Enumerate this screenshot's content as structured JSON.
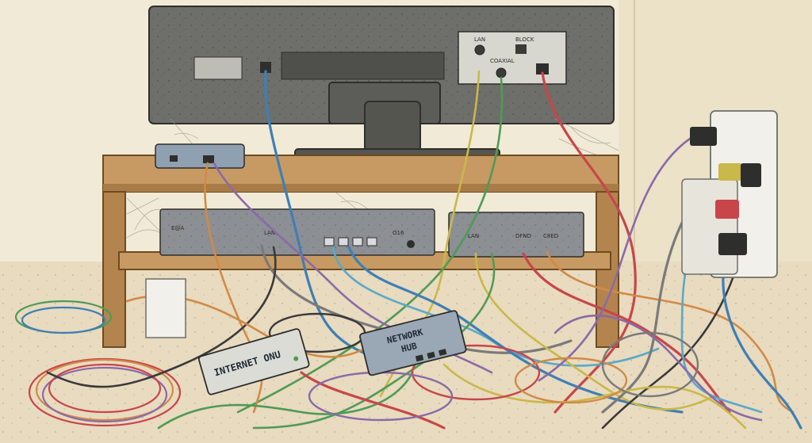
{
  "scene": {
    "colors": {
      "wall": "#f1ead6",
      "floor": "#e8dbbf",
      "wood": "#c89a63",
      "wood_dark": "#8e6536",
      "tv": "#6e6e6a",
      "device": "#8c8f93",
      "hub": "#9aa7b4",
      "outlet": "#f2f0ea"
    },
    "cable_colors": [
      "#3e7fb6",
      "#c9b84a",
      "#4f9a57",
      "#c8464a",
      "#d08a47",
      "#8a6aa8",
      "#7a7a7a",
      "#3a3a3a",
      "#5aa9c9"
    ]
  },
  "tv": {
    "port_lan": "LAN",
    "port_coaxial": "COAXIAL",
    "port_block": "BLOCK"
  },
  "receiver": {
    "brand": "E@A",
    "port_lan": "LAN",
    "port_code": "O16"
  },
  "switch_box": {
    "port_lan": "LAN",
    "port_a": "DFND",
    "port_b": "C8ED"
  },
  "onu": {
    "label": "INTERNET ONU"
  },
  "hub": {
    "label_line1": "NETWORK",
    "label_line2": "HUB"
  }
}
